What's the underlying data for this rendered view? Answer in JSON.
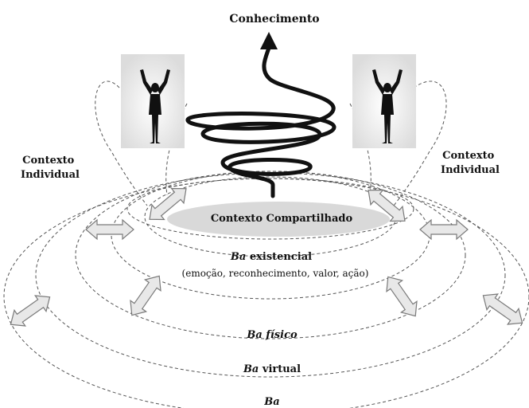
{
  "diagram": {
    "top_label": "Conhecimento",
    "left_context": [
      "Contexto",
      "Individual"
    ],
    "right_context": [
      "Contexto",
      "Individual"
    ],
    "shared_context": "Contexto Compartilhado",
    "ba_existencial": {
      "italic": "Ba",
      "rest": " existencial"
    },
    "ba_existencial_sub": "(emoção, reconhecimento, valor, ação)",
    "ba_fisico": {
      "italic": "Ba físico",
      "rest": ""
    },
    "ba_virtual": {
      "italic": "Ba",
      "rest": " virtual"
    },
    "ba": {
      "italic": "Ba",
      "rest": ""
    }
  },
  "colors": {
    "line": "#222222",
    "dash": "#555555",
    "shared_fill": "#d9d9d9",
    "arrow_fill": "#e8e8e8",
    "arrow_stroke": "#7a7a7a"
  },
  "icons": [
    "person-arms-up-icon",
    "spiral-arrow-icon",
    "double-arrow-icon"
  ]
}
